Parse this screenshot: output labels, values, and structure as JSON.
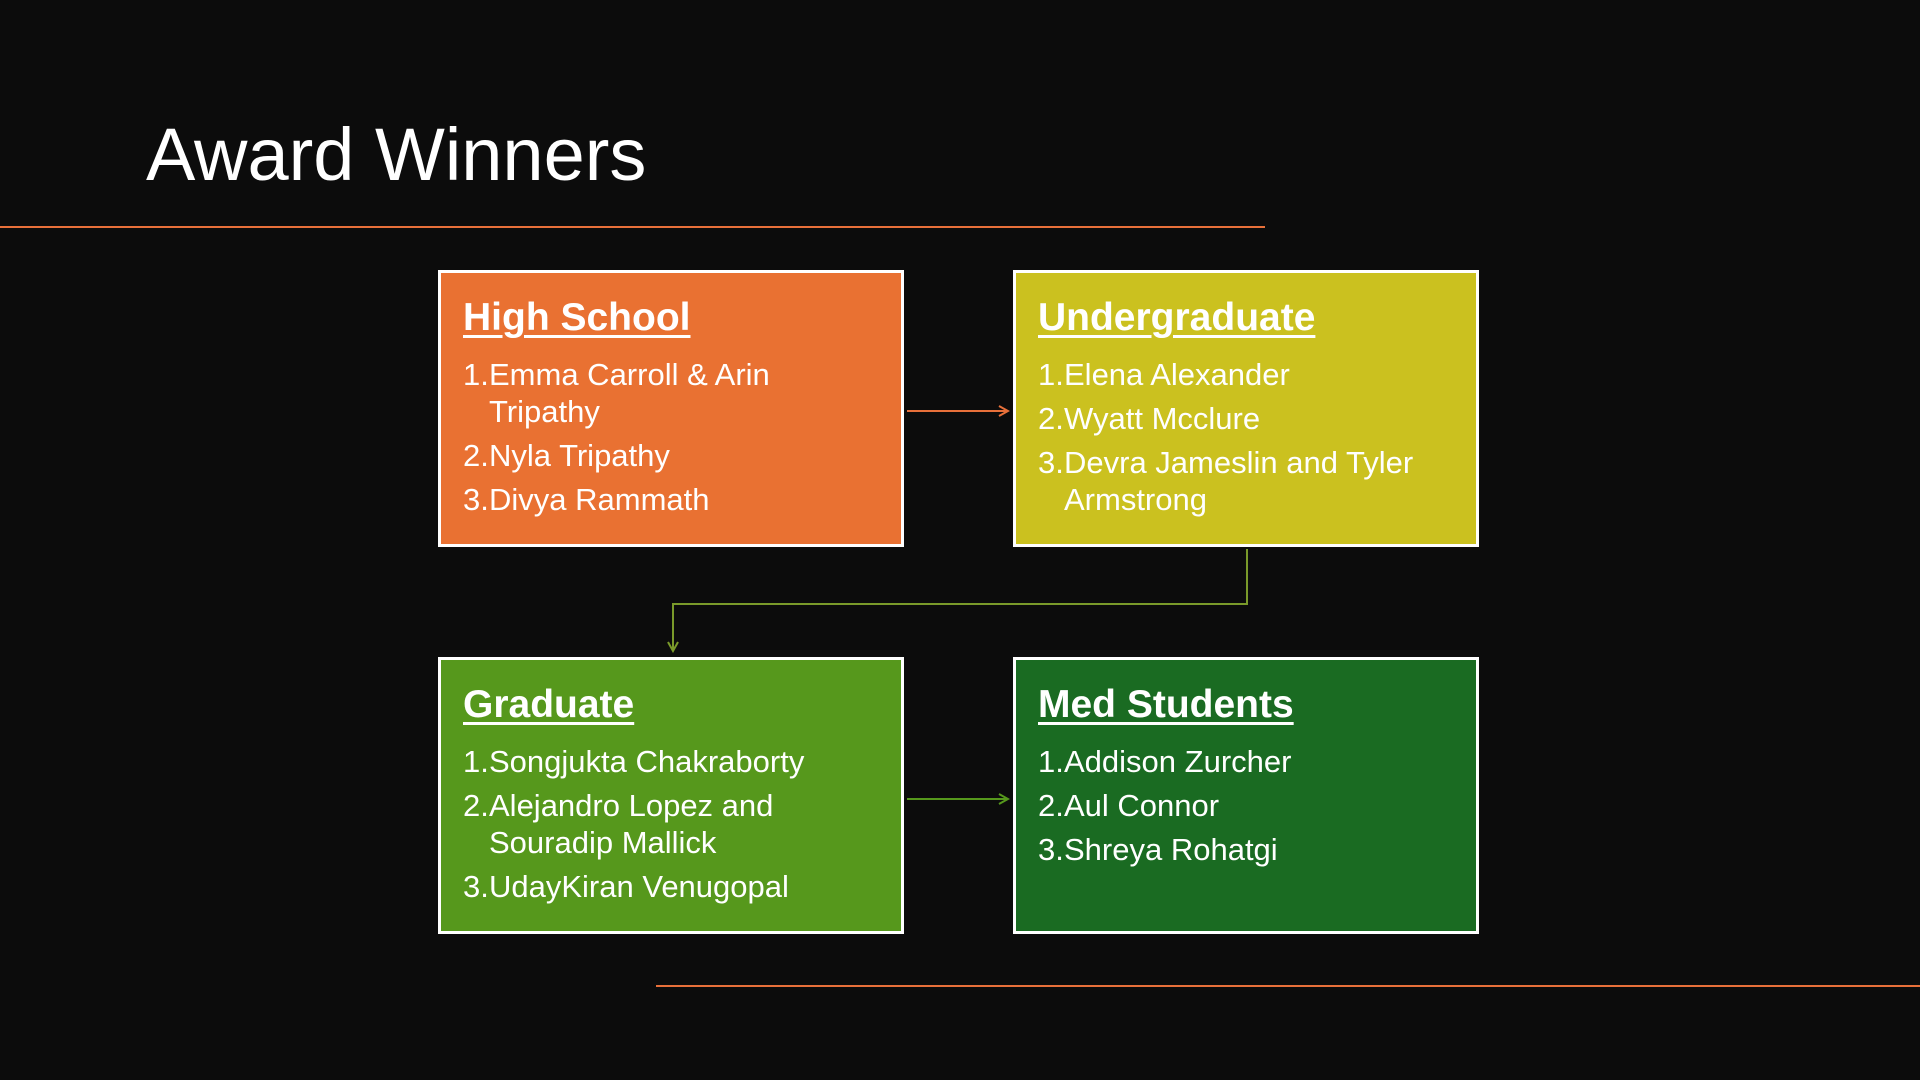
{
  "slide": {
    "title": "Award Winners",
    "colors": {
      "background": "#0c0c0c",
      "accent_rule": "#e8703a",
      "high_school": "#e97132",
      "undergraduate": "#cbc11f",
      "graduate": "#56981c",
      "med_students": "#1a6b22"
    }
  },
  "boxes": {
    "high_school": {
      "heading": "High School",
      "items": [
        "Emma Carroll & Arin Tripathy",
        "Nyla Tripathy",
        "Divya Rammath"
      ]
    },
    "undergraduate": {
      "heading": "Undergraduate",
      "items": [
        "Elena Alexander",
        "Wyatt Mcclure",
        "Devra Jameslin and Tyler Armstrong"
      ]
    },
    "graduate": {
      "heading": "Graduate",
      "items": [
        "Songjukta Chakraborty",
        "Alejandro Lopez and Souradip Mallick",
        "UdayKiran Venugopal"
      ]
    },
    "med_students": {
      "heading": "Med Students",
      "items": [
        "Addison Zurcher",
        "Aul Connor",
        "Shreya Rohatgi"
      ]
    }
  }
}
